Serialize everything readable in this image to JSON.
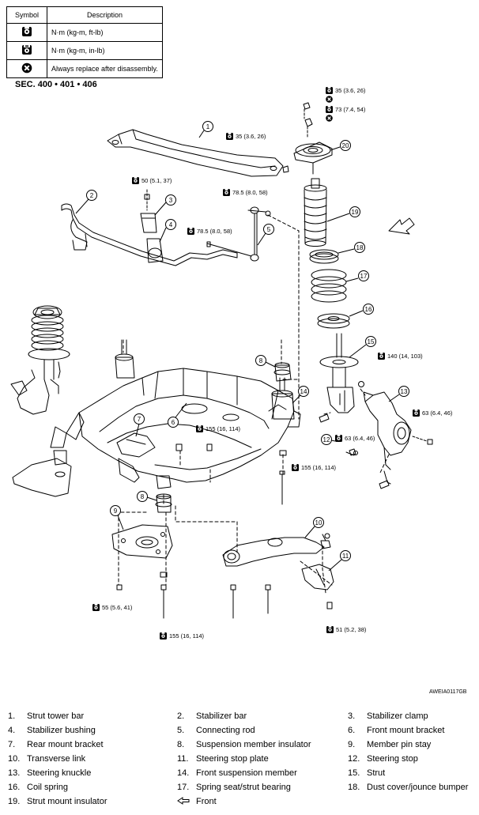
{
  "table": {
    "header_symbol": "Symbol",
    "header_description": "Description",
    "rows": [
      {
        "icon": "torque-wrench-icon",
        "description": "N·m (kg-m, ft-lb)"
      },
      {
        "icon": "torque-wrench-small-icon",
        "description": "N·m (kg-m, in-lb)"
      },
      {
        "icon": "replace-part-icon",
        "description": "Always replace after disassembly."
      }
    ]
  },
  "section": "SEC. 400 • 401 • 406",
  "figure_code": "AWEIA0117GB",
  "callouts": [
    "1",
    "2",
    "3",
    "4",
    "5",
    "6",
    "7",
    "8",
    "9",
    "10",
    "11",
    "12",
    "13",
    "14",
    "15",
    "16",
    "17",
    "18",
    "19",
    "20"
  ],
  "torques": [
    "35 (3.6, 26)",
    "73 (7.4, 54)",
    "35 (3.6, 26)",
    "50 (5.1, 37)",
    "78.5 (8.0, 58)",
    "78.5 (8.0, 58)",
    "140 (14, 103)",
    "63 (6.4, 46)",
    "63 (6.4, 46)",
    "155 (16, 114)",
    "155 (16, 114)",
    "55 (5.6, 41)",
    "155 (16, 114)",
    "51 (5.2, 38)"
  ],
  "legend": [
    {
      "num": "1.",
      "label": "Strut tower bar"
    },
    {
      "num": "2.",
      "label": "Stabilizer bar"
    },
    {
      "num": "3.",
      "label": "Stabilizer clamp"
    },
    {
      "num": "4.",
      "label": "Stabilizer bushing"
    },
    {
      "num": "5.",
      "label": "Connecting rod"
    },
    {
      "num": "6.",
      "label": "Front mount bracket"
    },
    {
      "num": "7.",
      "label": "Rear mount bracket"
    },
    {
      "num": "8.",
      "label": "Suspension member insulator"
    },
    {
      "num": "9.",
      "label": "Member pin stay"
    },
    {
      "num": "10.",
      "label": "Transverse link"
    },
    {
      "num": "11.",
      "label": "Steering stop plate"
    },
    {
      "num": "12.",
      "label": "Steering stop"
    },
    {
      "num": "13.",
      "label": "Steering knuckle"
    },
    {
      "num": "14.",
      "label": "Front suspension member"
    },
    {
      "num": "15.",
      "label": "Strut"
    },
    {
      "num": "16.",
      "label": "Coil spring"
    },
    {
      "num": "17.",
      "label": "Spring seat/strut bearing"
    },
    {
      "num": "18.",
      "label": "Dust cover/jounce bumper"
    },
    {
      "num": "19.",
      "label": "Strut mount insulator"
    },
    {
      "num": "",
      "label": "Front",
      "arrow": true
    }
  ]
}
